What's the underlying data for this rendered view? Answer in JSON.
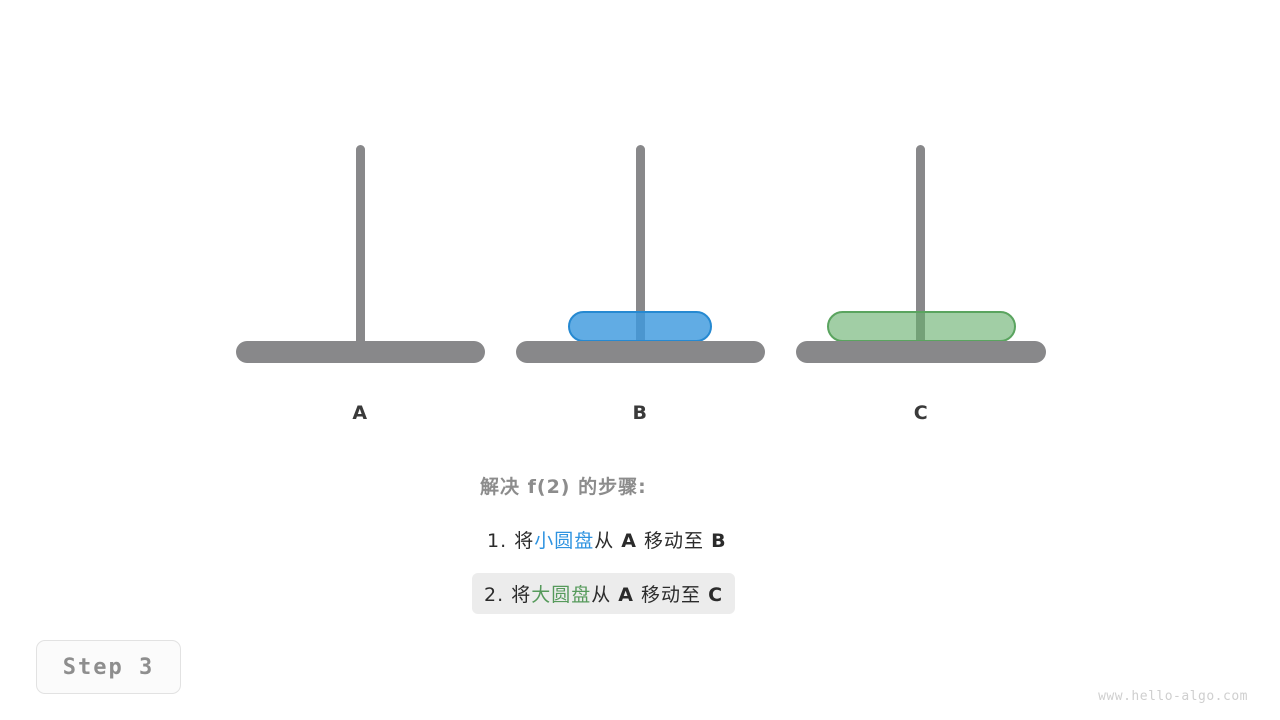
{
  "diagram": {
    "title_watermark": "www.hello-algo.com",
    "colors": {
      "pole_gray": "#88888a",
      "disk_small_fill": "#3e9ade",
      "disk_small_stroke": "#2689d1",
      "disk_large_fill": "#68b06e",
      "disk_large_stroke": "#5aa45f",
      "label_text": "#3a3a3a",
      "caption_heading": "#8c8c8c",
      "highlight_bg": "#ececec"
    },
    "pegs": [
      {
        "id": "A",
        "label": "A",
        "disks": []
      },
      {
        "id": "B",
        "label": "B",
        "disks": [
          {
            "size": "small",
            "name": "small-disk"
          }
        ]
      },
      {
        "id": "C",
        "label": "C",
        "disks": [
          {
            "size": "large",
            "name": "large-disk"
          }
        ]
      }
    ]
  },
  "caption": {
    "heading": "解决 f(2) 的步骤:",
    "steps": [
      {
        "number": "1.",
        "verb": "将",
        "object": "小圆盘",
        "object_color": "blue",
        "from_word": "从",
        "from_peg": "A",
        "move_word": "移动至",
        "to_peg": "B",
        "highlighted": false
      },
      {
        "number": "2.",
        "verb": "将",
        "object": "大圆盘",
        "object_color": "green",
        "from_word": "从",
        "from_peg": "A",
        "move_word": "移动至",
        "to_peg": "C",
        "highlighted": true
      }
    ]
  },
  "badge": {
    "label": "Step 3"
  }
}
